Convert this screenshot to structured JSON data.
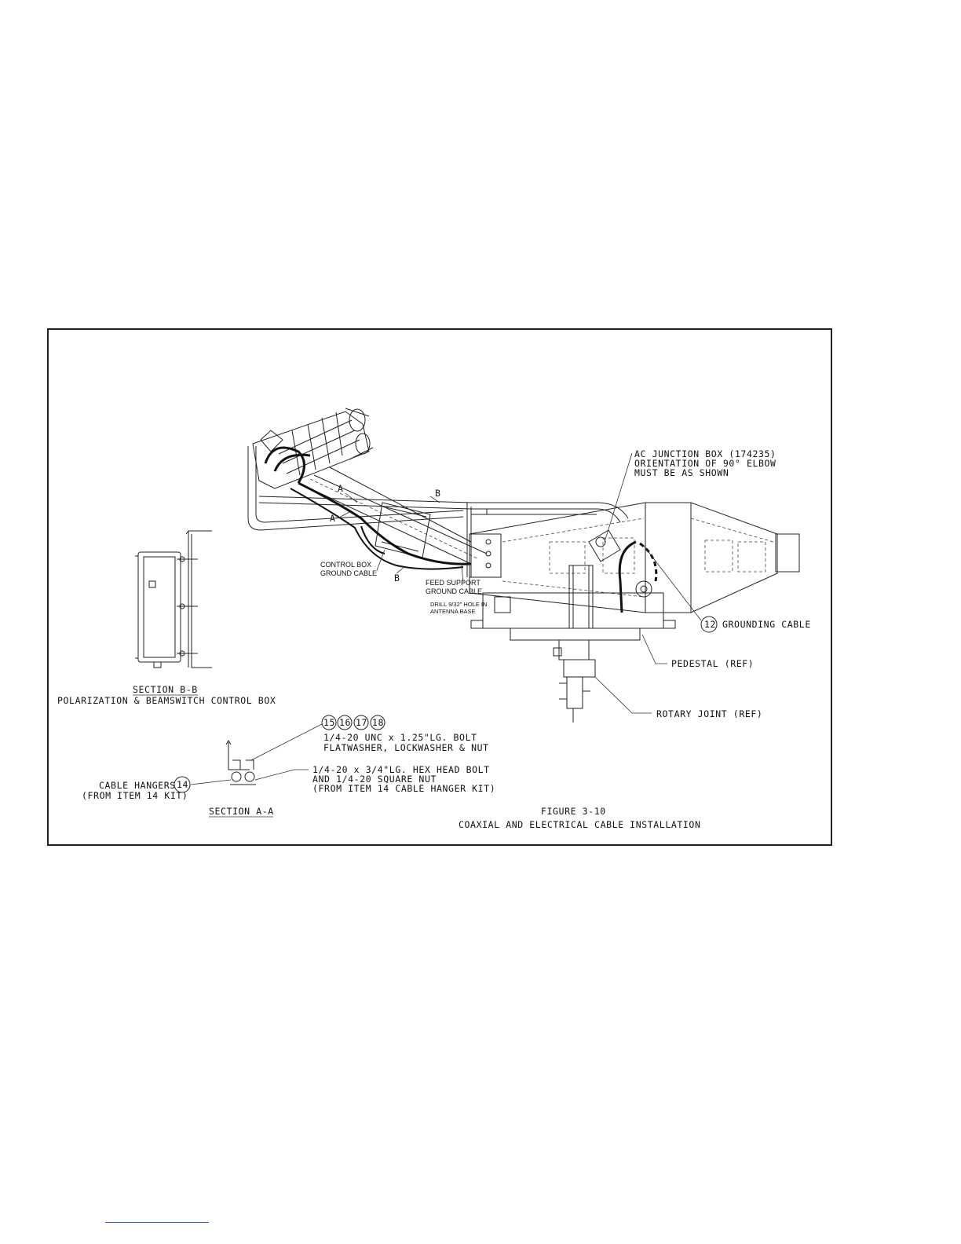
{
  "figure": {
    "number": "FIGURE 3-10",
    "caption": "COAXIAL AND ELECTRICAL CABLE INSTALLATION"
  },
  "labels": {
    "ac_junction_line1": "AC JUNCTION BOX (174235)",
    "ac_junction_line2": "ORIENTATION OF 90° ELBOW",
    "ac_junction_line3": "MUST BE AS SHOWN",
    "grounding_item": "12",
    "grounding_text": "GROUNDING CABLE",
    "pedestal": "PEDESTAL (REF)",
    "rotary_joint": "ROTARY JOINT (REF)",
    "control_box_ground_1": "CONTROL BOX",
    "control_box_ground_2": "GROUND CABLE",
    "feed_support_1": "FEED SUPPORT",
    "feed_support_2": "GROUND CABLE",
    "drill_1": "DRILL 9/32\" HOLE IN",
    "drill_2": "ANTENNA BASE",
    "section_a_marker": "A",
    "section_b_marker": "B"
  },
  "section_bb": {
    "title": "SECTION B-B",
    "subtitle": "POLARIZATION & BEAMSWITCH CONTROL BOX"
  },
  "section_aa": {
    "title": "SECTION A-A",
    "items": [
      "15",
      "16",
      "17",
      "18"
    ],
    "bolt_line1": "1/4-20 UNC x 1.25\"LG. BOLT",
    "bolt_line2": "FLATWASHER, LOCKWASHER & NUT",
    "hex_line1": "1/4-20 x 3/4\"LG. HEX HEAD BOLT",
    "hex_line2": "AND  1/4-20 SQUARE NUT",
    "hex_line3": "(FROM ITEM 14 CABLE HANGER KIT)",
    "hangers_label": "CABLE HANGERS",
    "hangers_item": "14",
    "hangers_sub": "(FROM ITEM 14 KIT)"
  }
}
